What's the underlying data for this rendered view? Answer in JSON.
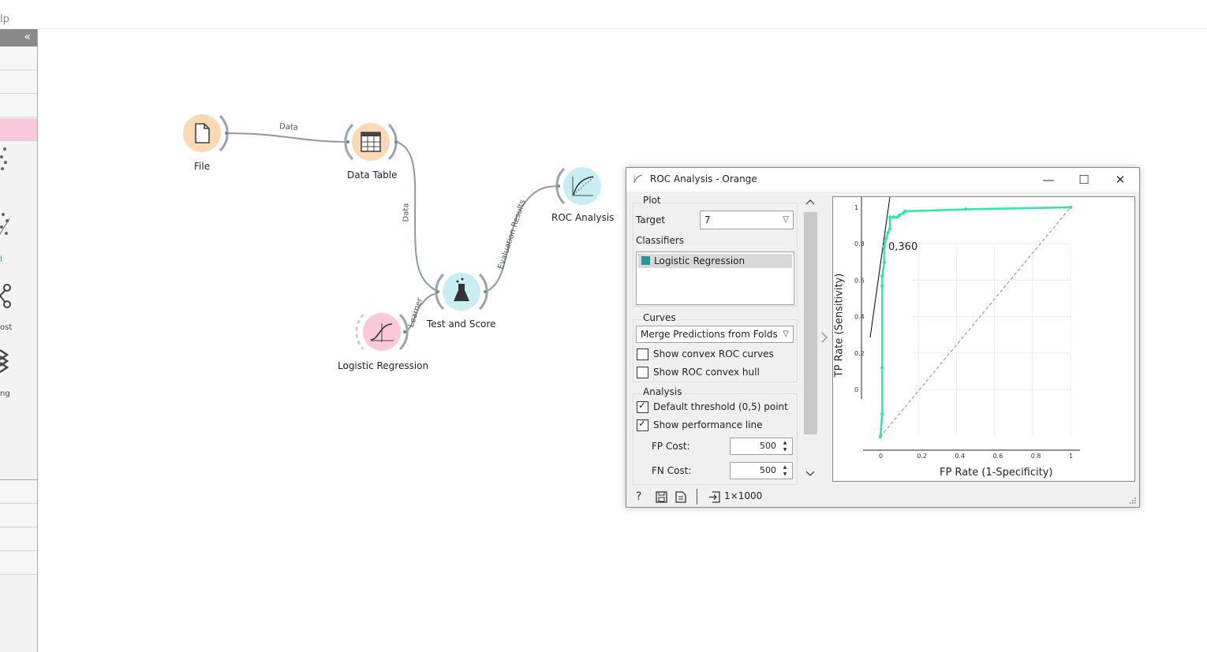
{
  "menubar": {
    "fragment": "lp"
  },
  "toolbox": {
    "collapse_icon": "double-chevron-left",
    "fragments": [
      "l",
      "ost",
      "ng"
    ]
  },
  "workflow": {
    "nodes": {
      "file": "File",
      "data_table": "Data Table",
      "test_and_score": "Test and Score",
      "logistic_regression": "Logistic Regression",
      "roc_analysis": "ROC Analysis"
    },
    "links": {
      "file_to_table": "Data",
      "table_to_test": "Data",
      "learner": "Learner",
      "evaluation": "Evaluation Results"
    }
  },
  "roc_window": {
    "title": "ROC Analysis - Orange",
    "plot_group": "Plot",
    "target_label": "Target",
    "target_value": "7",
    "classifiers_label": "Classifiers",
    "classifiers": [
      {
        "name": "Logistic Regression",
        "color": "#1f9a9a"
      }
    ],
    "curves_group": "Curves",
    "curves_mode": "Merge Predictions from Folds",
    "show_convex_curves": "Show convex ROC curves",
    "show_convex_hull": "Show ROC convex hull",
    "analysis_group": "Analysis",
    "default_threshold": "Default threshold (0,5) point",
    "show_perf_line": "Show performance line",
    "fp_cost_label": "FP Cost:",
    "fp_cost_value": "500",
    "fn_cost_label": "FN Cost:",
    "fn_cost_value": "500",
    "status_size": "1×1000"
  },
  "chart_data": {
    "type": "line",
    "title": "",
    "xlabel": "FP Rate (1-Specificity)",
    "ylabel": "TP Rate (Sensitivity)",
    "xlim": [
      0,
      1
    ],
    "ylim": [
      0,
      1
    ],
    "x_ticks": [
      "0",
      "0.2",
      "0.4",
      "0.6",
      "0.8",
      "1"
    ],
    "y_ticks": [
      "0",
      "0.2",
      "0.4",
      "0.6",
      "0.8",
      "1"
    ],
    "grid": true,
    "annotation": "0,360",
    "series": [
      {
        "color": "#2ee6a6",
        "x": [
          0.0,
          0.01,
          0.01,
          0.01,
          0.01,
          0.02,
          0.02,
          0.03,
          0.04,
          0.05,
          0.05,
          0.07,
          0.09,
          0.1,
          0.12,
          0.13,
          0.45,
          1.0
        ],
        "y": [
          0.0,
          0.1,
          0.3,
          0.6,
          0.65,
          0.72,
          0.8,
          0.84,
          0.87,
          0.89,
          0.95,
          0.95,
          0.95,
          0.96,
          0.97,
          0.98,
          0.99,
          1.0
        ]
      }
    ]
  }
}
